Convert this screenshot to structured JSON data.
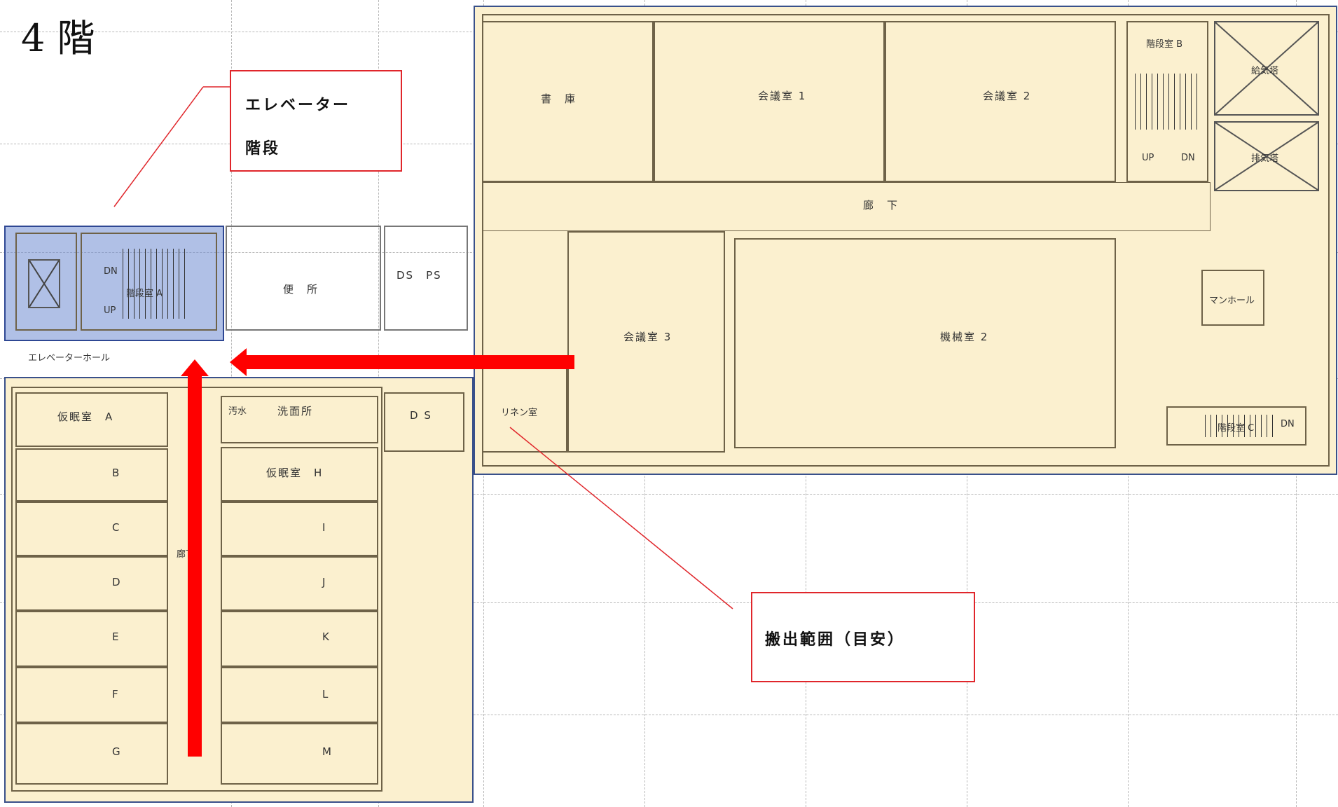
{
  "floor_title": "4 階",
  "callouts": {
    "elevator_line1": "エレベーター",
    "elevator_line2": "階段",
    "carry_out": "搬出範囲（目安）"
  },
  "rooms": {
    "library": "書　庫",
    "meeting1": "会議室 1",
    "meeting2": "会議室 2",
    "stair_b": "階段室 B",
    "supply_tower": "給気塔",
    "exhaust_tower": "排気塔",
    "corridor_north": "廊　下",
    "meeting3": "会議室 3",
    "machine2": "機械室 2",
    "stair_c": "階段室 C",
    "linen": "リネン室",
    "manhole": "マンホール",
    "toilet": "便　所",
    "ds_ps": "DS　PS",
    "stair_a": "階段室 A",
    "elevator_hall": "エレベーターホール",
    "temp_a": "仮眠室　A",
    "b": "B",
    "c": "C",
    "d": "D",
    "e": "E",
    "f": "F",
    "g": "G",
    "temp_h": "仮眠室　H",
    "i": "I",
    "j": "J",
    "k": "K",
    "l": "L",
    "m": "M",
    "washroom": "洗面所",
    "sink": "汚水",
    "ds": "D S",
    "corridor_west": "廊下",
    "up": "UP",
    "dn": "DN"
  },
  "colors": {
    "carry_zone": "#fbf0cf",
    "elevator_zone": "#708cd2",
    "arrow": "#ff0000",
    "callout_border": "#e0262b"
  }
}
